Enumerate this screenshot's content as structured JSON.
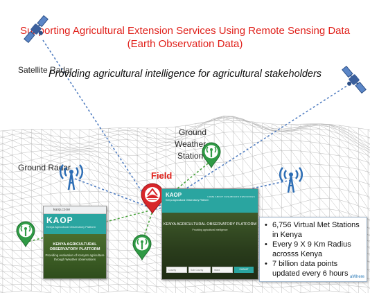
{
  "title": {
    "line1": "Supporting Agricultural Extension Services Using Remote Sensing Data",
    "line2": "(Earth Observation Data)"
  },
  "subtitle": "Providing agricultural intelligence for agricultural stakeholders",
  "labels": {
    "satellite_radar": "Satellite Radar",
    "ground_radar": "Ground Radar",
    "ground_weather_station": [
      "Ground",
      "Weather",
      "Station"
    ],
    "field": "Field"
  },
  "icons": {
    "satellite": "satellite-icon",
    "radar": "radio-tower-icon",
    "weather_station": "map-pin-weather-station-icon",
    "field": "map-pin-field-icon"
  },
  "colors": {
    "title": "#e0201a",
    "field_pin": "#d8262a",
    "station_pin": "#2f9a45",
    "radar_blue": "#2c6db5",
    "satellite_link": "#4f7cc0",
    "ground_link": "#4aa33e",
    "kaop_teal": "#2aa5a0"
  },
  "mobile_screenshot": {
    "url_bar": "kaop.co.ke",
    "brand": "KAOP",
    "tagline": "Kenya Agricultural Observatory Platform",
    "hero_title": "KENYA AGRICULTURAL OBSERVATORY PLATFORM",
    "hero_text": "Providing evaluation of Kenya's agriculture through Weather observations"
  },
  "desktop_screenshot": {
    "brand": "KAOP",
    "tagline": "Kenya Agricultural Observatory Platform",
    "nav": "HOME  ABOUT  DASHBOARD  RESOURCES",
    "hero_title": "KENYA AGRICULTURAL OBSERVATORY PLATFORM",
    "hero_text": "Providing agricultural intelligence",
    "inputs": [
      "County",
      "Sub County",
      "Ward"
    ],
    "button": "SUBMIT"
  },
  "info_box": {
    "bullets": [
      "6,756 Virtual Met Stations in Kenya",
      "Every 9 X 9 Km Radius acrosss Kenya",
      "7 billion data points updated every 6 hours"
    ],
    "logo": "aWhere"
  }
}
